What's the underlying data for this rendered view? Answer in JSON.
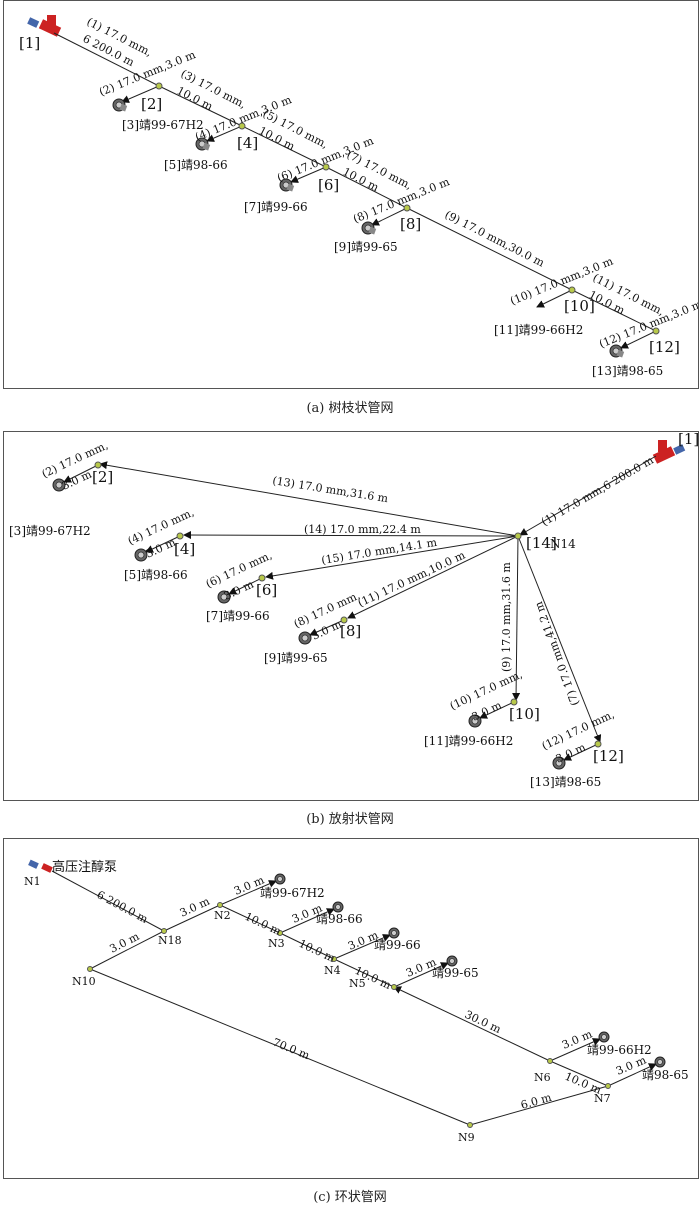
{
  "panel_a": {
    "caption": "(a) 树枝状管网",
    "lines": [
      {
        "label": "(1) 17.0 mm,"
      },
      {
        "label": "6 200.0 m"
      },
      {
        "label": "(2) 17.0 mm,3.0 m"
      },
      {
        "label": "(3) 17.0 mm,"
      },
      {
        "label": "10.0 m"
      },
      {
        "label": "(4) 17.0 mm,3.0 m"
      },
      {
        "label": "(5) 17.0 mm,"
      },
      {
        "label": "10.0 m"
      },
      {
        "label": "(6) 17.0 mm,3.0 m"
      },
      {
        "label": "(7) 17.0 mm,"
      },
      {
        "label": "10.0 m"
      },
      {
        "label": "(8) 17.0 mm,3.0 m"
      },
      {
        "label": "(9) 17.0 mm,30.0 m"
      },
      {
        "label": "(10) 17.0 mm,3.0 m"
      },
      {
        "label": "(11) 17.0 mm,"
      },
      {
        "label": "10.0 m"
      },
      {
        "label": "(12) 17.0 mm,3.0 m"
      }
    ],
    "nodes": [
      "[1]",
      "[2]",
      "[4]",
      "[6]",
      "[8]",
      "[10]",
      "[12]"
    ],
    "wells": [
      "[3]靖99-67H2",
      "[5]靖98-66",
      "[7]靖99-66",
      "[9]靖99-65",
      "[11]靖99-66H2",
      "[13]靖98-65"
    ]
  },
  "panel_b": {
    "caption": "(b) 放射状管网",
    "lines": [
      {
        "label": "(1) 17.0 mm,6 200.0 m"
      },
      {
        "label": "(13) 17.0 mm,31.6 m"
      },
      {
        "label": "(14) 17.0 mm,22.4 m"
      },
      {
        "label": "(15) 17.0 mm,14.1 m"
      },
      {
        "label": "(11) 17.0 mm,10.0 m"
      },
      {
        "label": "(9) 17.0 mm,31.6 m"
      },
      {
        "label": "(7) 17.0 mm,41.2 m"
      },
      {
        "label": "(2) 17.0 mm,"
      },
      {
        "label": "3.0 m"
      },
      {
        "label": "(4) 17.0 mm,"
      },
      {
        "label": "3.0 m"
      },
      {
        "label": "(6) 17.0 mm,"
      },
      {
        "label": "3.0 m"
      },
      {
        "label": "(8) 17.0 mm,"
      },
      {
        "label": "3.0 m"
      },
      {
        "label": "(10) 17.0 mm,"
      },
      {
        "label": "3.0 m"
      },
      {
        "label": "(12) 17.0 mm,"
      },
      {
        "label": "3.0 m"
      }
    ],
    "nodes": [
      "[1]",
      "[14]",
      "N14",
      "[2]",
      "[4]",
      "[6]",
      "[8]",
      "[10]",
      "[12]"
    ],
    "wells": [
      "[3]靖99-67H2",
      "[5]靖98-66",
      "[7]靖99-66",
      "[9]靖99-65",
      "[11]靖99-66H2",
      "[13]靖98-65"
    ]
  },
  "panel_c": {
    "caption": "(c) 环状管网",
    "pump_label": "高压注醇泵",
    "lines": [
      "6 200.0 m",
      "3.0 m",
      "3.0 m",
      "3.0 m",
      "10.0 m",
      "3.0 m",
      "10.0 m",
      "3.0 m",
      "10.0 m",
      "3.0 m",
      "30.0 m",
      "3.0 m",
      "10.0 m",
      "3.0 m",
      "70.0 m",
      "6.0 m"
    ],
    "nodes": [
      "N1",
      "N18",
      "N2",
      "N3",
      "N4",
      "N5",
      "N10",
      "N6",
      "N7",
      "N9"
    ],
    "wells": [
      "靖99-67H2",
      "靖98-66",
      "靖99-66",
      "靖99-65",
      "靖99-66H2",
      "靖98-65"
    ]
  },
  "colors": {
    "line": "#222222",
    "node": "#b8c94a",
    "pump_red": "#cc2222",
    "pump_blue": "#4466aa",
    "wellhead": "#555555"
  }
}
